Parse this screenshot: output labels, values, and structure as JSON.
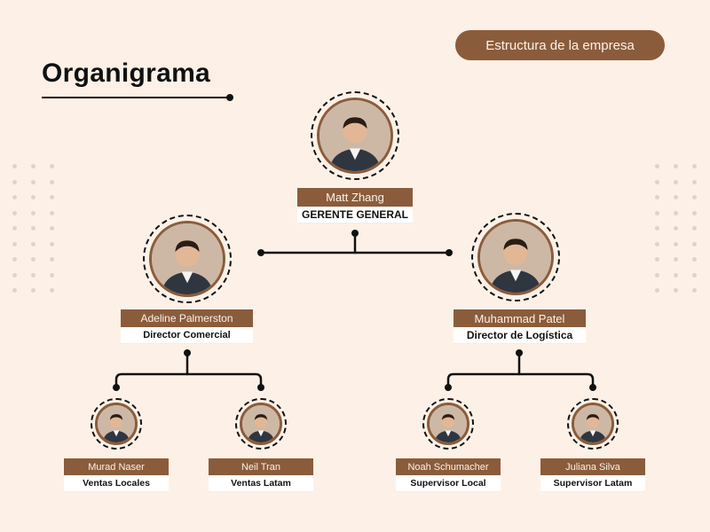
{
  "header": {
    "title": "Organigrama",
    "badge": "Estructura de la empresa"
  },
  "colors": {
    "background": "#fdf1e7",
    "accent": "#8b5c3b",
    "line": "#111111",
    "label_bg": "#ffffff"
  },
  "org": {
    "ceo": {
      "name": "Matt Zhang",
      "role": "GERENTE GENERAL",
      "icon": "person-avatar-icon"
    },
    "commercial": {
      "name": "Adeline Palmerston",
      "role": "Director Comercial",
      "icon": "person-avatar-icon"
    },
    "logistics": {
      "name": "Muhammad Patel",
      "role": "Director de Logística",
      "icon": "person-avatar-icon"
    },
    "local_sales": {
      "name": "Murad Naser",
      "role": "Ventas Locales",
      "icon": "person-avatar-icon"
    },
    "latam_sales": {
      "name": "Neil Tran",
      "role": "Ventas Latam",
      "icon": "person-avatar-icon"
    },
    "local_supervisor": {
      "name": "Noah Schumacher",
      "role": "Supervisor Local",
      "icon": "person-avatar-icon"
    },
    "latam_supervisor": {
      "name": "Juliana Silva",
      "role": "Supervisor Latam",
      "icon": "person-avatar-icon"
    }
  }
}
